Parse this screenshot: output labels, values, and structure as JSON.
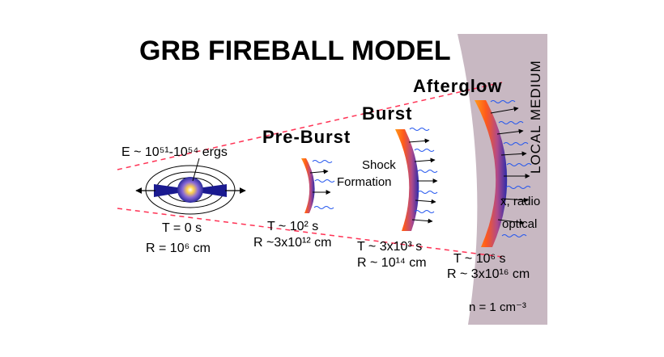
{
  "title": "GRB FIREBALL MODEL",
  "colors": {
    "medium": "#c8b8c2",
    "cone": "#ff3355",
    "wave": "#2255ee",
    "shell_outer": "#ff8a1a",
    "shell_inner": "#2c2caa",
    "core": "#1a1a90"
  },
  "source": {
    "energy": "E ~ 10⁵¹-10⁵⁴ ergs",
    "time": "T = 0 s",
    "radius": "R = 10⁶ cm"
  },
  "stages": [
    {
      "name": "Pre-Burst",
      "time": "T ~ 10² s",
      "radius": "R ~3x10¹² cm"
    },
    {
      "name": "Burst",
      "time": "T ~ 3x10³ s",
      "radius": "R ~ 10¹⁴ cm",
      "note_line1": "Shock",
      "note_line2": "Formation"
    },
    {
      "name": "Afterglow",
      "time": "T ~ 10⁶ s",
      "radius": "R ~ 3x10¹⁶ cm"
    }
  ],
  "medium": {
    "label": "LOCAL MEDIUM",
    "emission_line1": "x, radio",
    "emission_line2": "optical",
    "density": "n = 1 cm⁻³"
  }
}
